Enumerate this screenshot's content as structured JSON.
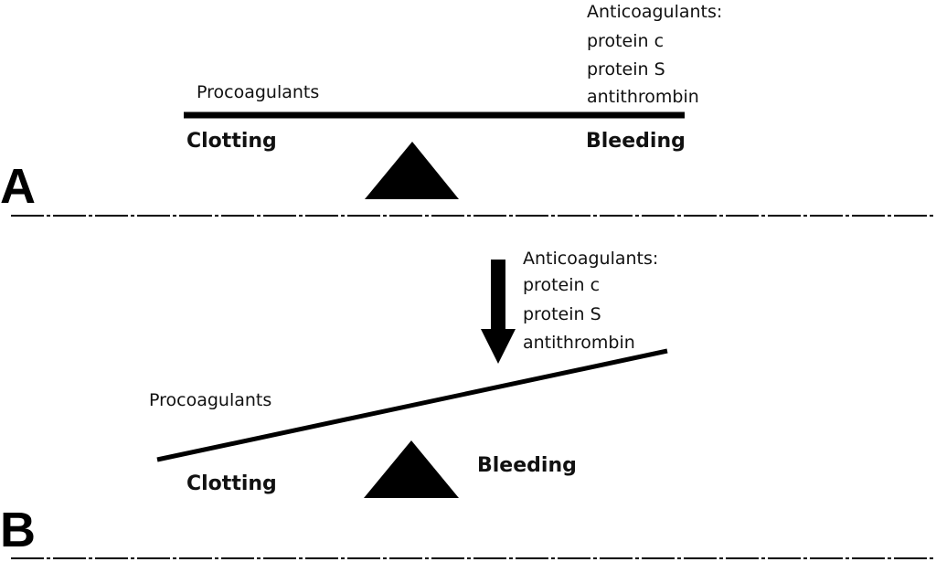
{
  "panel_a": {
    "letter": "A",
    "left_label": "Procoagulants",
    "right_label_lines": [
      "Anticoagulants:",
      "protein c",
      "protein S",
      "antithrombin"
    ],
    "left_end": "Clotting",
    "right_end": "Bleeding"
  },
  "panel_b": {
    "letter": "B",
    "left_label": "Procoagulants",
    "right_label_lines": [
      "Anticoagulants:",
      "protein c",
      "protein S",
      "antithrombin"
    ],
    "left_end": "Clotting",
    "right_end": "Bleeding"
  },
  "colors": {
    "ink": "#000000"
  }
}
